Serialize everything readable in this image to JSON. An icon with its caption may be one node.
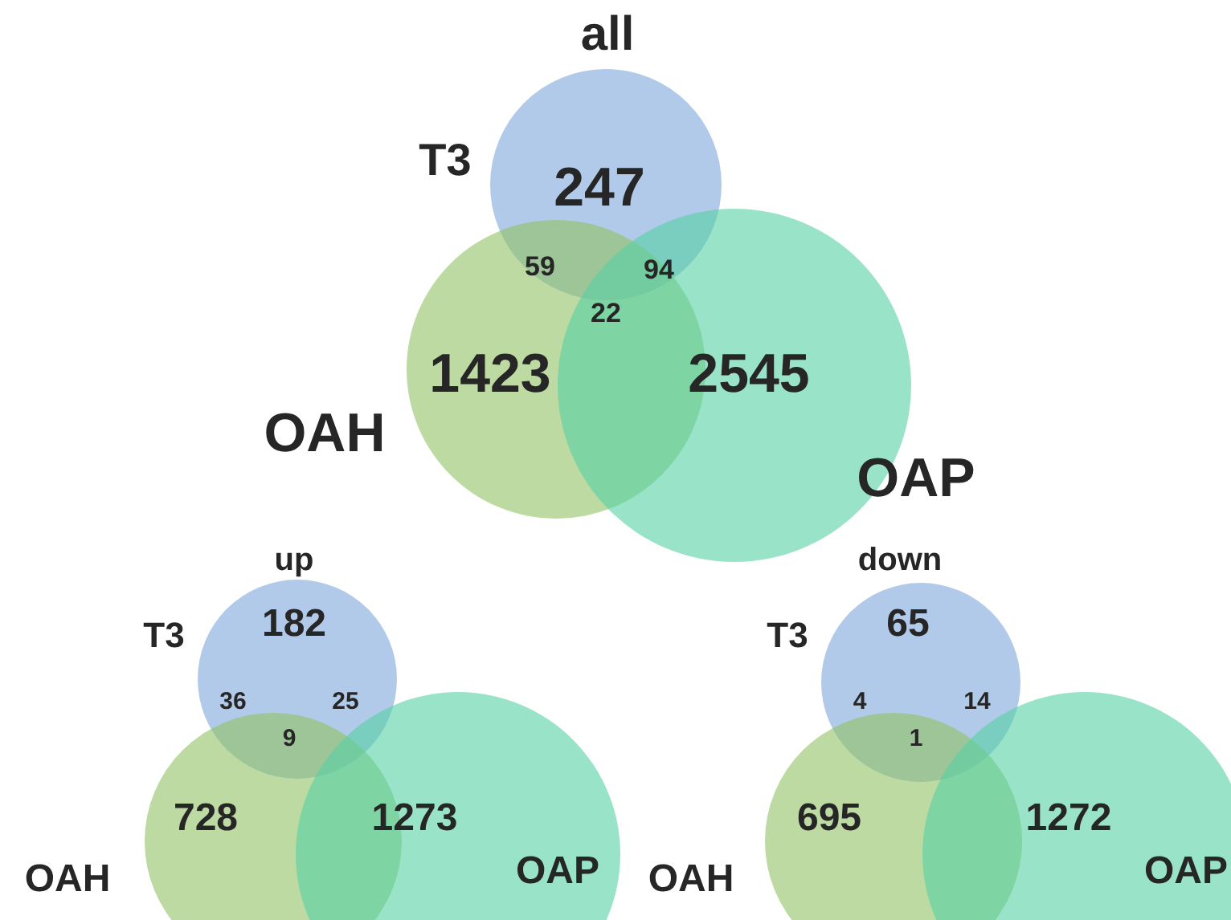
{
  "diagram": {
    "nodes": [
      {
        "text": [
          "T3",
          "247"
        ]
      },
      {
        "text": [
          "OAH",
          "1423"
        ]
      },
      {
        "text": [
          "OAP",
          "2545"
        ]
      },
      {
        "text": [
          "T3",
          "182"
        ]
      },
      {
        "text": [
          "OAH",
          "728"
        ]
      },
      {
        "text": [
          "OAP",
          "1273"
        ]
      },
      {
        "text": [
          "T3",
          "65"
        ]
      },
      {
        "text": [
          "OAH",
          "695"
        ]
      },
      {
        "text": [
          "OAP",
          "1272"
        ]
      }
    ],
    "labels": [
      "all",
      "59",
      "94",
      "22",
      "up",
      "36",
      "25",
      "9",
      "down",
      "4",
      "14",
      "1"
    ]
  }
}
